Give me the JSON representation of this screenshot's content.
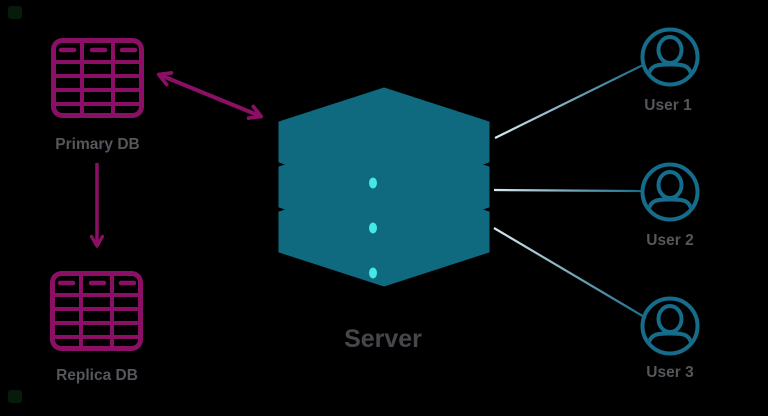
{
  "colors": {
    "background": "#000000",
    "magenta": "#8B1065",
    "teal": "#166C8B",
    "server-fill": "#0F6A80",
    "led-cyan": "#45E8E5",
    "label-gray": "#54575B",
    "server-label-gray": "#45474B",
    "line-light": "#D9E9EF"
  },
  "diagram": {
    "nodes": {
      "primary_db": {
        "label": "Primary DB",
        "icon": "table-grid-icon"
      },
      "replica_db": {
        "label": "Replica DB",
        "icon": "table-grid-icon"
      },
      "server": {
        "label": "Server",
        "icon": "server-stack-icon",
        "led_count": 3
      },
      "users": [
        {
          "label": "User 1",
          "icon": "person-icon"
        },
        {
          "label": "User 2",
          "icon": "person-icon"
        },
        {
          "label": "User 3",
          "icon": "person-icon"
        }
      ]
    },
    "edges": [
      {
        "from": "primary_db",
        "to": "server",
        "type": "bidirectional-arrow",
        "color": "#8B1065"
      },
      {
        "from": "primary_db",
        "to": "replica_db",
        "type": "arrow",
        "color": "#8B1065"
      },
      {
        "from": "server",
        "to": "user_1",
        "type": "line",
        "color": "#166C8B"
      },
      {
        "from": "server",
        "to": "user_2",
        "type": "line",
        "color": "#166C8B"
      },
      {
        "from": "server",
        "to": "user_3",
        "type": "line",
        "color": "#166C8B"
      }
    ]
  }
}
